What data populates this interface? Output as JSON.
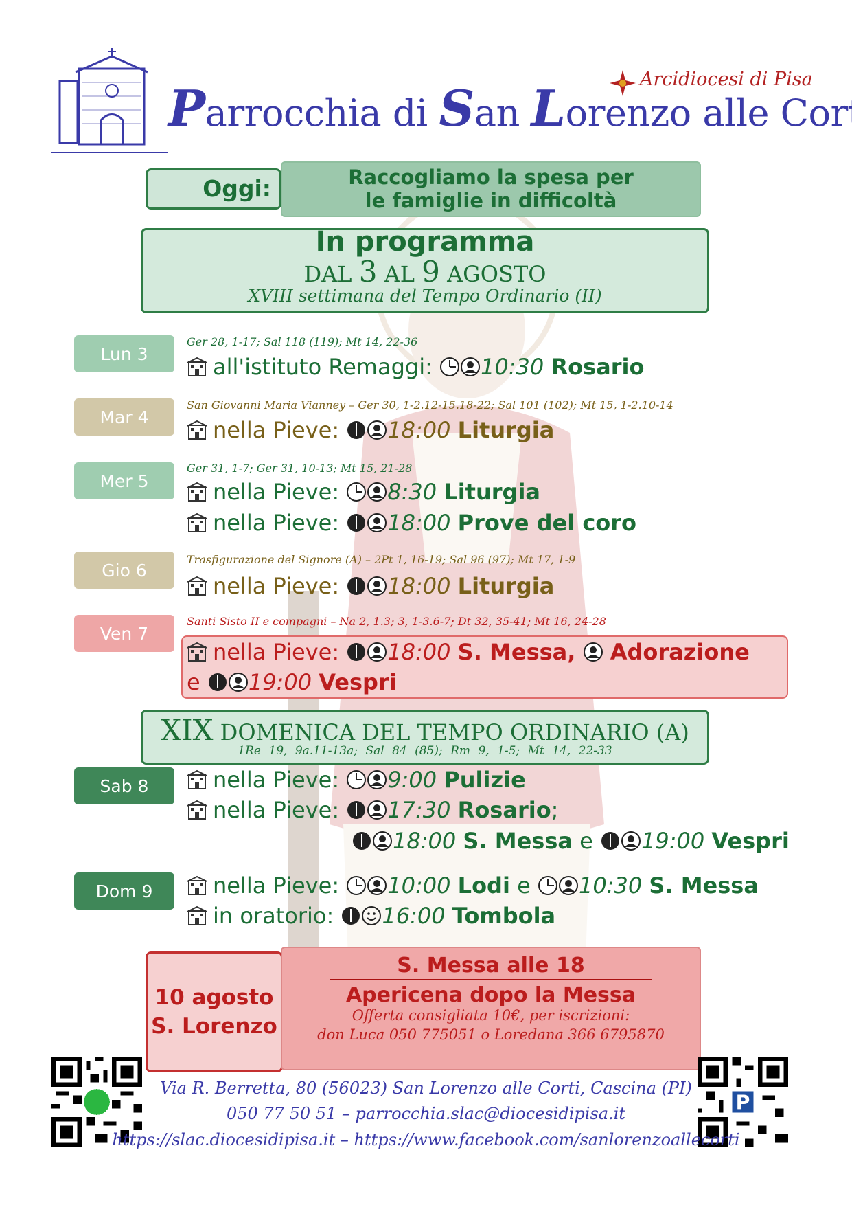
{
  "header": {
    "title": "Parrocchia di San Lorenzo alle Corti",
    "title_parts": [
      "P",
      "arrocchia di ",
      "S",
      "an ",
      "L",
      "orenzo alle Corti"
    ],
    "archdiocese": "Arcidiocesi di Pisa"
  },
  "today": {
    "label": "Oggi:",
    "line1": "Raccogliamo la spesa per",
    "line2": "le famiglie in difficoltà"
  },
  "program": {
    "heading": "In programma",
    "dates_prefix": "DAL ",
    "date_from": "3",
    "dates_mid": " AL ",
    "date_to": "9",
    "dates_suffix": " AGOSTO",
    "week": "XVIII settimana del Tempo Ordinario (II)"
  },
  "days": [
    {
      "label": "Lun 3",
      "reading": "Ger 28, 1-17; Sal 118 (119); Mt 14, 22-36",
      "events": [
        {
          "place": "all'istituto Remaggi:",
          "time": "10:30",
          "title": "Rosario"
        }
      ]
    },
    {
      "label": "Mar 4",
      "reading": "San Giovanni Maria Vianney – Ger 30, 1-2.12-15.18-22; Sal 101 (102); Mt 15, 1-2.10-14",
      "events": [
        {
          "place": "nella Pieve:",
          "time": "18:00",
          "title": "Liturgia"
        }
      ]
    },
    {
      "label": "Mer 5",
      "reading": "Ger 31, 1-7; Ger 31, 10-13; Mt 15, 21-28",
      "events": [
        {
          "place": "nella Pieve:",
          "time": "8:30",
          "title": "Liturgia"
        },
        {
          "place": "nella Pieve:",
          "time": "18:00",
          "title": "Prove del coro"
        }
      ]
    },
    {
      "label": "Gio 6",
      "reading": "Trasfigurazione del Signore (A) – 2Pt 1, 16-19; Sal 96 (97); Mt 17, 1-9",
      "events": [
        {
          "place": "nella Pieve:",
          "time": "18:00",
          "title": "Liturgia"
        }
      ]
    },
    {
      "label": "Ven 7",
      "reading": "Santi Sisto II e compagni – Na 2, 1.3; 3, 1-3.6-7; Dt 32, 35-41; Mt 16, 24-28",
      "events": [
        {
          "place": "nella Pieve:",
          "time": "18:00",
          "title": "S. Messa",
          "sep": ",",
          "title2": "Adorazione"
        },
        {
          "place": "e",
          "time": "19:00",
          "title": "Vespri"
        }
      ]
    },
    {
      "label": "Sab 8",
      "events": [
        {
          "place": "nella Pieve:",
          "time": "9:00",
          "title": "Pulizie"
        },
        {
          "place": "nella Pieve:",
          "time": "17:30",
          "title": "Rosario",
          "sep": ";"
        },
        {
          "time": "18:00",
          "title": "S. Messa",
          "conj": "e",
          "time2": "19:00",
          "title2": "Vespri"
        }
      ]
    },
    {
      "label": "Dom 9",
      "events": [
        {
          "place": "nella Pieve:",
          "time": "10:00",
          "title": "Lodi",
          "conj": "e",
          "time2": "10:30",
          "title2": "S. Messa"
        },
        {
          "place": "in oratorio:",
          "time": "16:00",
          "title": "Tombola"
        }
      ]
    }
  ],
  "sunday": {
    "heading_roman": "XIX",
    "heading_rest": " DOMENICA DEL TEMPO ORDINARIO (A)",
    "readings": "1Re 19, 9a.11-13a; Sal 84 (85); Rm 9, 1-5; Mt 14, 22-33"
  },
  "feast": {
    "date": "10 agosto",
    "saint": "S. Lorenzo",
    "mass": "S. Messa alle 18",
    "event": "Apericena dopo la Messa",
    "offer": "Offerta consigliata 10€, per iscrizioni:",
    "contacts": "don Luca 050 775051 o Loredana 366 6795870"
  },
  "footer": {
    "address": "Via R. Berretta, 80 (56023) San Lorenzo alle Corti, Cascina (PI)",
    "contact": "050 77 50 51 – parrocchia.slac@diocesidipisa.it",
    "links": "https://slac.diocesidipisa.it – https://www.facebook.com/sanlorenzoallecorti"
  },
  "colors": {
    "blue": "#3a3aa8",
    "green": "#1c6e36",
    "olive": "#786019",
    "red": "#bb1d1d"
  }
}
